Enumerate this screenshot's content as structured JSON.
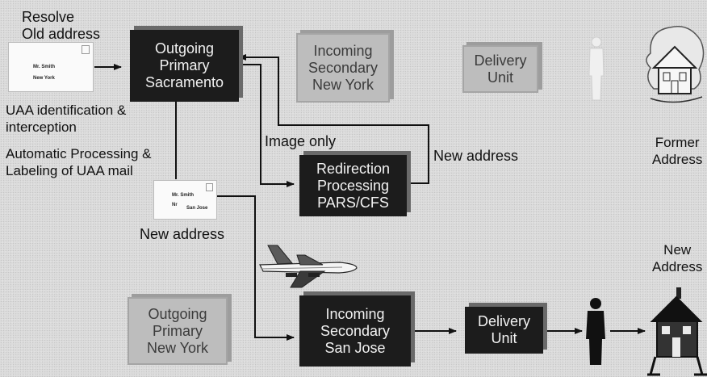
{
  "labels": {
    "resolve": [
      "Resolve",
      "Old address"
    ],
    "uaa_ident": [
      "UAA identification &",
      "interception"
    ],
    "auto": [
      "Automatic Processing &",
      "Labeling of UAA mail"
    ],
    "image_only": "Image only",
    "new_address_right": "New address",
    "new_address_left": "New address",
    "former": [
      "Former",
      "Address"
    ],
    "new_dest": [
      "New",
      "Address"
    ]
  },
  "boxes": {
    "outgoing_sac": [
      "Outgoing",
      "Primary",
      "Sacramento"
    ],
    "incoming_ny": [
      "Incoming",
      "Secondary",
      "New York"
    ],
    "delivery_top": [
      "Delivery",
      "Unit"
    ],
    "redirection": [
      "Redirection",
      "Processing",
      "PARS/CFS"
    ],
    "outgoing_ny": [
      "Outgoing",
      "Primary",
      "New York"
    ],
    "incoming_sj": [
      "Incoming",
      "Secondary",
      "San Jose"
    ],
    "delivery_bottom": [
      "Delivery",
      "Unit"
    ]
  },
  "letters": {
    "old": [
      "Mr. Smith",
      "New York"
    ],
    "new": [
      "Mr. Smith",
      "Nr",
      "San Jose"
    ]
  }
}
